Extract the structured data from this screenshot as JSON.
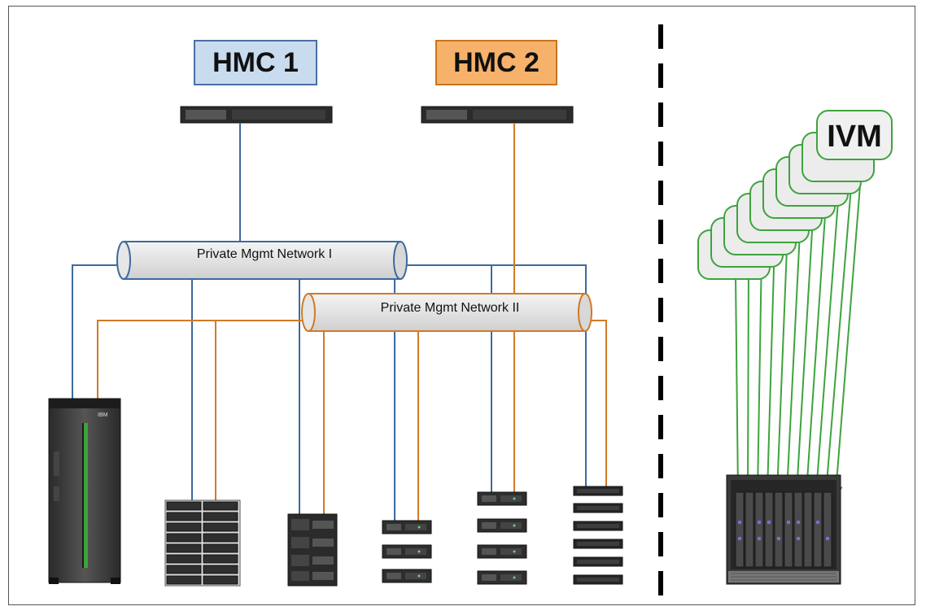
{
  "hmc1": {
    "label": "HMC 1"
  },
  "hmc2": {
    "label": "HMC 2"
  },
  "network1": {
    "label": "Private Mgmt Network I"
  },
  "network2": {
    "label": "Private Mgmt Network II"
  },
  "ivm": {
    "label": "IVM"
  },
  "rack_logo": {
    "label": "IBM"
  },
  "colors": {
    "network1_line": "#3d6a9e",
    "network2_line": "#d07a26",
    "ivm_line": "#3ea33e"
  }
}
